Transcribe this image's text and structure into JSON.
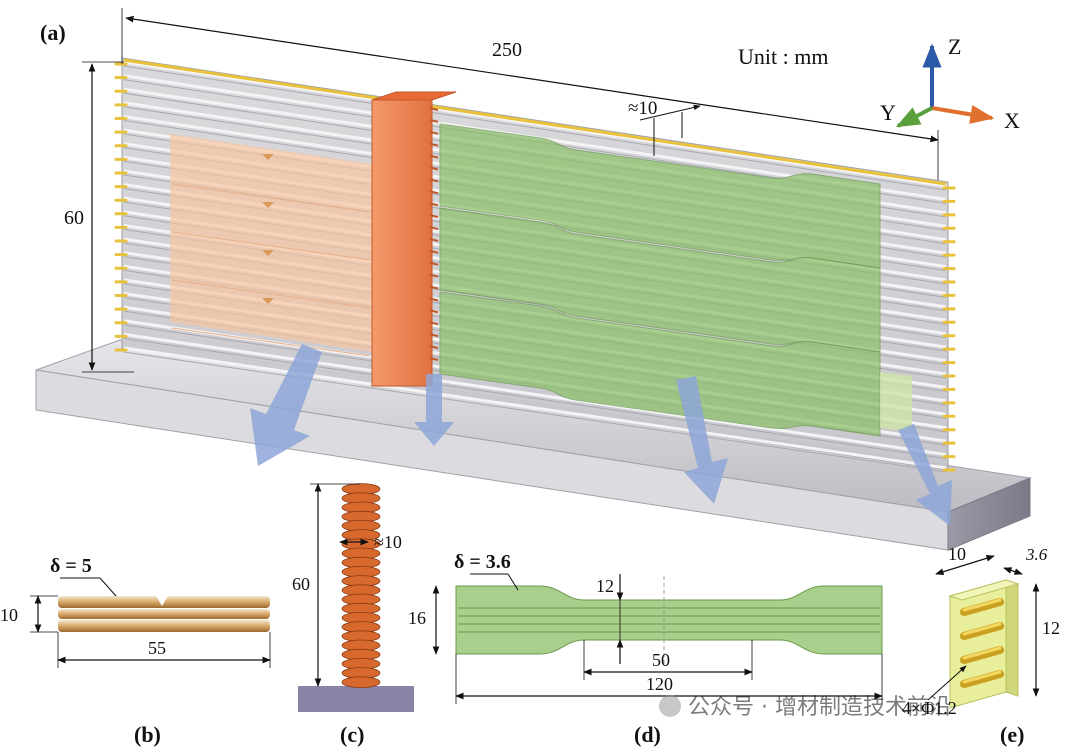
{
  "labels": {
    "a": "(a)",
    "b": "(b)",
    "c": "(c)",
    "d": "(d)",
    "e": "(e)"
  },
  "main": {
    "length": "250",
    "height": "60",
    "spacing": "≈10",
    "unit": "Unit : mm",
    "axis_x": "X",
    "axis_y": "Y",
    "axis_z": "Z"
  },
  "panel_b": {
    "delta": "δ = 5",
    "height": "10",
    "length": "55"
  },
  "panel_c": {
    "height": "60",
    "width": "≈10"
  },
  "panel_d": {
    "delta": "δ = 3.6",
    "height": "16",
    "gauge_width": "12",
    "gauge_length": "50",
    "total_length": "120"
  },
  "panel_e": {
    "width": "10",
    "thickness": "3.6",
    "height": "12",
    "wires": "4×Φ1.2"
  },
  "watermark": "公众号 · 增材制造技术前沿",
  "colors": {
    "bead": "#c9c9cc",
    "wire": "#e8c23a",
    "slice": "#f2a274",
    "tensile": "#8cc06a",
    "arrow": "#8ea6d8",
    "substrate": "#d2d2d6",
    "column": "#d86a3a"
  }
}
